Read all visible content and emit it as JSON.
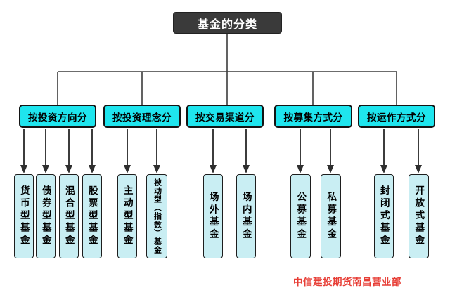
{
  "root": {
    "label": "基金的分类"
  },
  "groups": [
    {
      "label": "按投资方向分",
      "leaves": [
        {
          "label": "货币型基金"
        },
        {
          "label": "债券型基金"
        },
        {
          "label": "混合型基金"
        },
        {
          "label": "股票型基金"
        }
      ]
    },
    {
      "label": "按投资理念分",
      "leaves": [
        {
          "label": "主动型基金"
        },
        {
          "label": "被动型（指数）基金"
        }
      ]
    },
    {
      "label": "按交易渠道分",
      "leaves": [
        {
          "label": "场外基金"
        },
        {
          "label": "场内基金"
        }
      ]
    },
    {
      "label": "按募集方式分",
      "leaves": [
        {
          "label": "公募基金"
        },
        {
          "label": "私募基金"
        }
      ]
    },
    {
      "label": "按运作方式分",
      "leaves": [
        {
          "label": "封闭式基金"
        },
        {
          "label": "开放式基金"
        }
      ]
    }
  ],
  "footer": {
    "watermark": "中信建投期货南昌营业部"
  },
  "colors": {
    "root_bg": "#3a3a3a",
    "root_text": "#ffffff",
    "category_bg": "#1fe5ee",
    "leaf_bg": "#c9eef3",
    "border": "#141414",
    "connector": "#3c3c3c",
    "watermark_red": "#e73e36"
  }
}
